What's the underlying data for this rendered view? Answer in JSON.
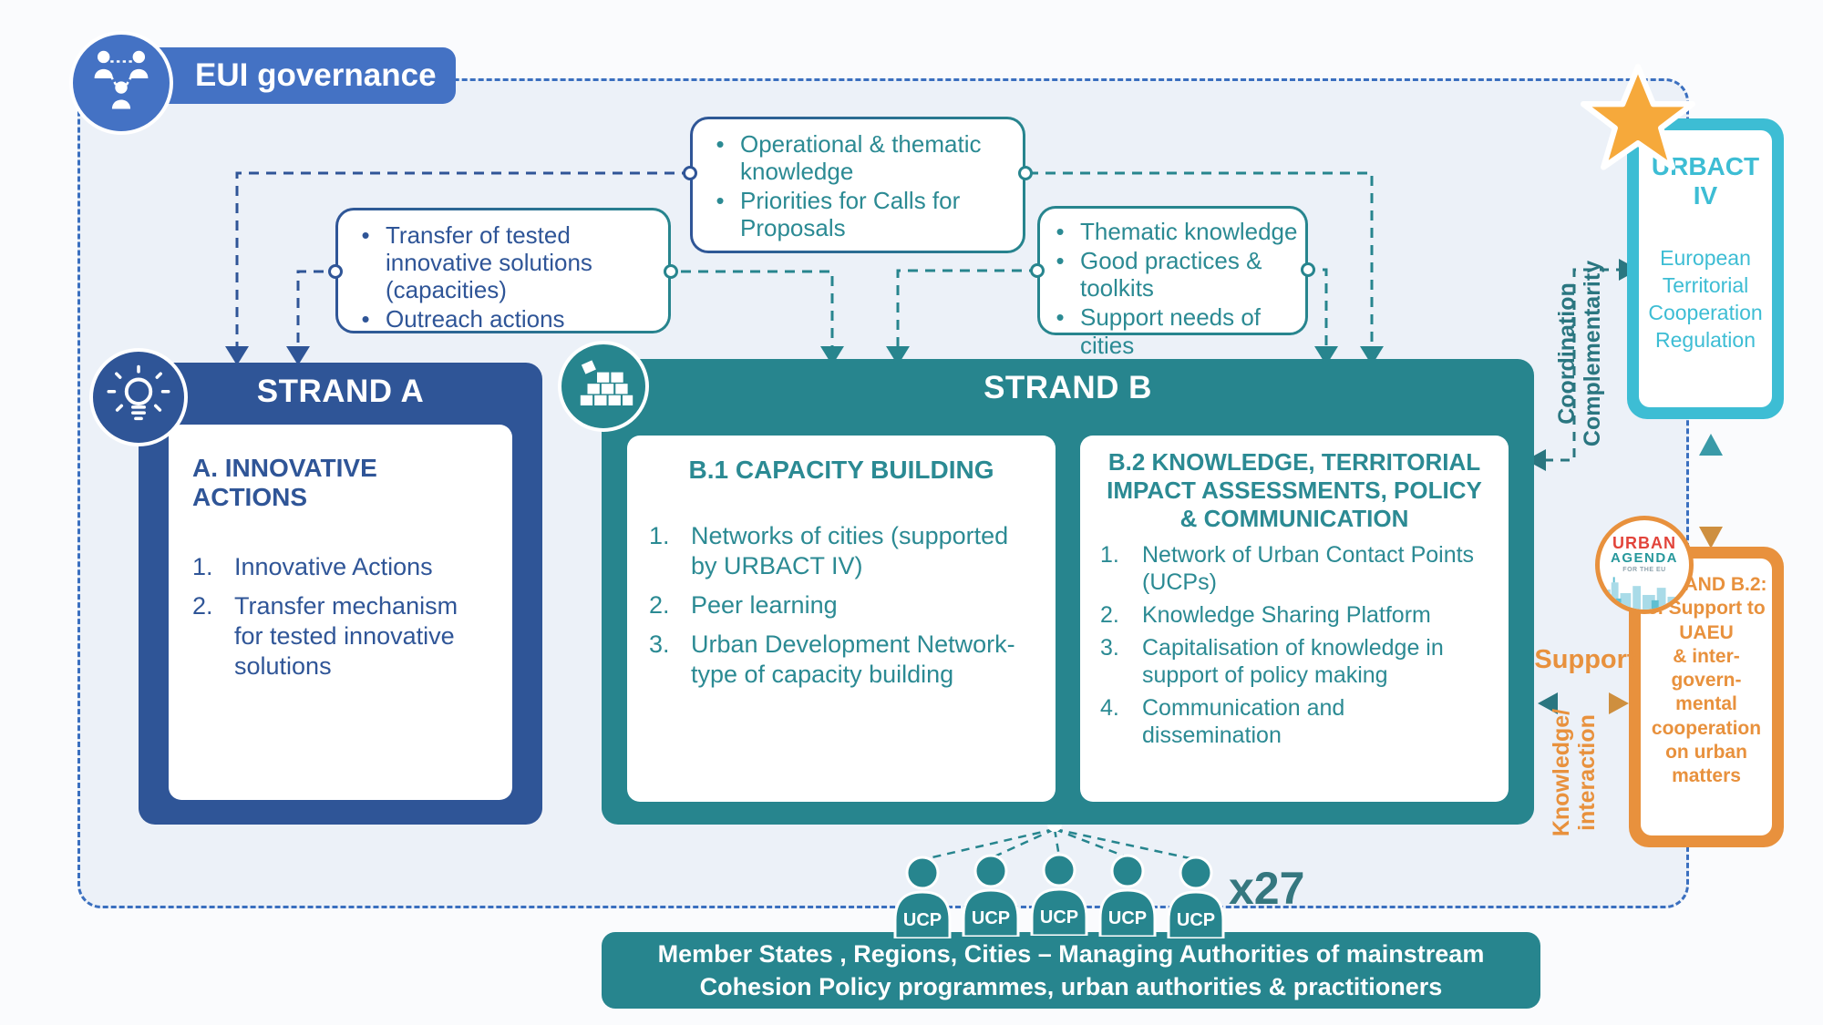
{
  "palette": {
    "blue": "#2F5597",
    "pill_blue": "#4472C4",
    "teal": "#27858E",
    "teal_text": "#2B8A93",
    "cyan": "#3DBDD4",
    "orange": "#E8913D",
    "star_orange": "#F6A93B",
    "dashed_frame_blue": "#3A6FBF",
    "background_inner": "#ECF1F8"
  },
  "governance": {
    "label": "EUI governance"
  },
  "callouts": {
    "transfer": {
      "items": [
        "Transfer of tested innovative solutions (capacities)",
        "Outreach actions"
      ]
    },
    "operational": {
      "items": [
        "Operational & thematic knowledge",
        "Priorities for Calls for Proposals"
      ]
    },
    "thematic": {
      "items": [
        "Thematic knowledge",
        "Good practices & toolkits",
        "Support needs of cities"
      ]
    }
  },
  "strand_a": {
    "header": "STRAND A",
    "title": "A. INNOVATIVE ACTIONS",
    "items": [
      "Innovative Actions",
      "Transfer mechanism for tested innovative solutions"
    ]
  },
  "strand_b": {
    "header": "STRAND B",
    "b1": {
      "title": "B.1 CAPACITY BUILDING",
      "items": [
        "Networks of cities (supported by URBACT IV)",
        "Peer learning",
        "Urban Development Network-type of capacity building"
      ]
    },
    "b2": {
      "title": "B.2 KNOWLEDGE, TERRITORIAL IMPACT ASSESSMENTS, POLICY & COMMUNICATION",
      "items": [
        "Network of Urban Contact Points (UCPs)",
        "Knowledge Sharing Platform",
        "Capitalisation of knowledge in support of policy making",
        "Communication and dissemination"
      ]
    }
  },
  "urbact": {
    "title": "URBACT IV",
    "subtitle": "European Territorial Cooperation Regulation"
  },
  "uaeu_box": {
    "lines": [
      "STRAND B.2:",
      "5. Support to UAEU",
      "& inter-govern-mental cooperation on urban matters"
    ]
  },
  "urban_agenda_logo": {
    "urban": "URBAN",
    "agenda": "AGENDA",
    "tagline": "FOR THE EU"
  },
  "connector_labels": {
    "coordination": "Coordination",
    "complementarity": "Complementarity",
    "support": "Support",
    "knowledge": "Knowledge/",
    "interaction": "interaction"
  },
  "ucp": {
    "label": "UCP",
    "multiplier": "x27"
  },
  "banner": {
    "line1": "Member States , Regions, Cities – Managing Authorities of mainstream",
    "line2": "Cohesion Policy programmes, urban authorities & practitioners"
  }
}
